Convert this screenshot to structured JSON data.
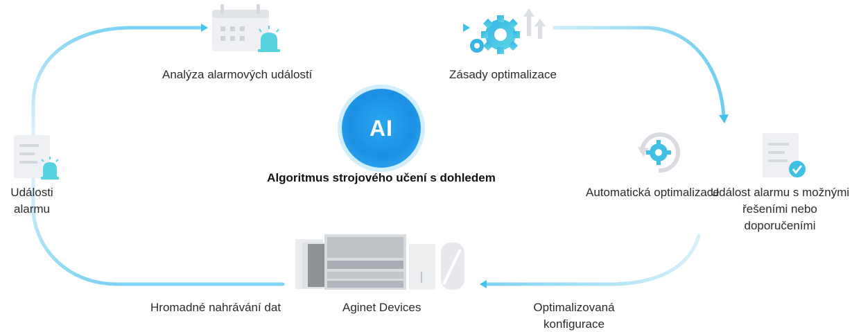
{
  "center": {
    "badge_text": "AI",
    "title": "Algoritmus strojového učení s dohledem"
  },
  "nodes": {
    "alarm_events": {
      "line1": "Události",
      "line2": "alarmu"
    },
    "alarm_analysis": "Analýza alarmových událostí",
    "optimization_policy": "Zásady optimalizace",
    "auto_optimization": "Automatická optimalizace",
    "alarm_event_solutions": {
      "line1": "Událost alarmu s možnými",
      "line2": "řešeními nebo",
      "line3": "doporučeními"
    },
    "optimized_config": {
      "line1": "Optimalizovaná",
      "line2": "konfigurace"
    },
    "aginet_devices": "Aginet Devices",
    "bulk_upload": "Hromadné nahrávání dat"
  },
  "icons": {
    "alarm_events": "document-alarm-icon",
    "alarm_analysis": "calendar-alarm-icon",
    "optimization_policy": "gears-arrows-icon",
    "auto_optimization": "gear-refresh-icon",
    "alarm_event_solutions": "document-check-icon",
    "aginet_devices": "devices-image"
  },
  "colors": {
    "flow_line": "#bfe7f6",
    "arrow": "#43c3ec",
    "accent_teal": "#4fd4de",
    "icon_gray": "#e3e6ea",
    "ai_blue": "#1b8fe3"
  }
}
